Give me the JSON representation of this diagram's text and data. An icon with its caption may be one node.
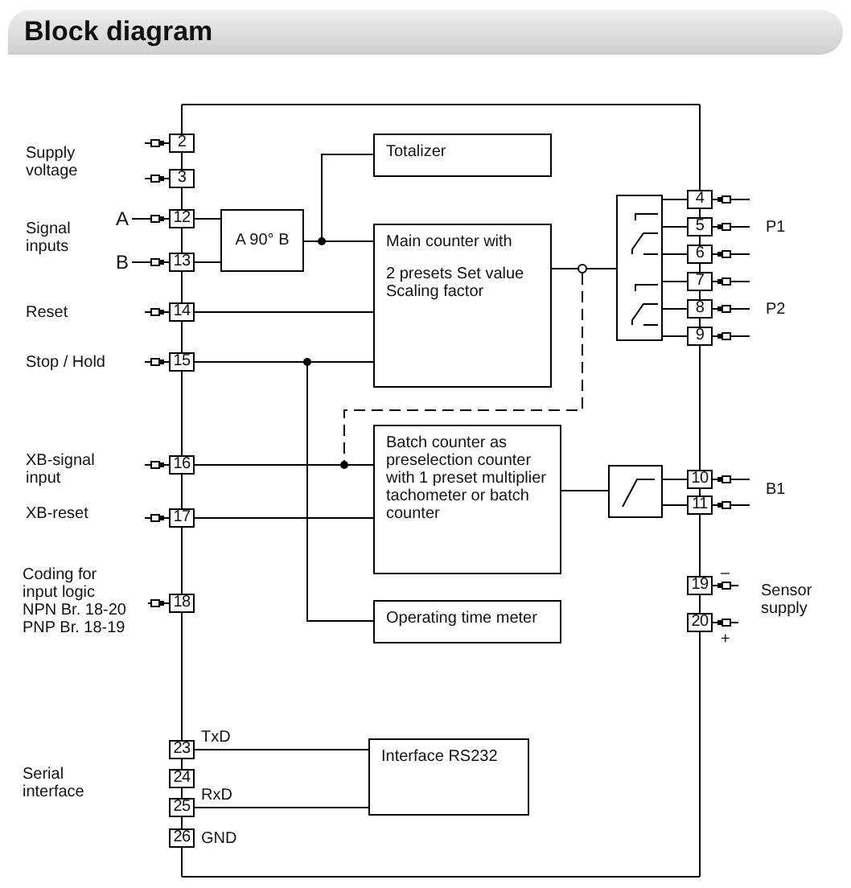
{
  "diagram": {
    "title": "Block diagram",
    "nodes": [
      {
        "text": [
          "2"
        ]
      },
      {
        "text": [
          "3"
        ]
      },
      {
        "text": [
          "A"
        ]
      },
      {
        "text": [
          "12"
        ]
      },
      {
        "text": [
          "B"
        ]
      },
      {
        "text": [
          "13"
        ]
      },
      {
        "text": [
          "14"
        ]
      },
      {
        "text": [
          "15"
        ]
      },
      {
        "text": [
          "16"
        ]
      },
      {
        "text": [
          "17"
        ]
      },
      {
        "text": [
          "18"
        ]
      },
      {
        "text": [
          "23"
        ]
      },
      {
        "text": [
          "24"
        ]
      },
      {
        "text": [
          "25"
        ]
      },
      {
        "text": [
          "26"
        ],
        "beside": [
          "GND"
        ]
      },
      {
        "text": [
          "A 90° B"
        ]
      },
      {
        "text": [
          "Totalizer"
        ]
      },
      {
        "text": [
          "Main counter with",
          "2 presets Set value Scaling factor"
        ]
      },
      {
        "text": [
          "Batch counter as preselection counter with 1 preset multiplier tachometer or batch counter"
        ]
      },
      {
        "text": [
          "Operating time meter"
        ]
      },
      {
        "text": [
          "Interface RS232"
        ]
      },
      {
        "text": [],
        "shape": "box"
      },
      {
        "text": [],
        "shape": "box"
      },
      {
        "text": [
          "4"
        ]
      },
      {
        "text": [
          "5"
        ]
      },
      {
        "text": [
          "6"
        ]
      },
      {
        "text": [
          "7"
        ]
      },
      {
        "text": [
          "8"
        ]
      },
      {
        "text": [
          "9"
        ]
      },
      {
        "text": [
          "10"
        ]
      },
      {
        "text": [
          "11"
        ]
      },
      {
        "text": [
          "19"
        ]
      },
      {
        "text": [
          "20"
        ]
      }
    ],
    "edges": [
      {
        "from": null,
        "to": 0,
        "arrow": "other"
      },
      {
        "from": null,
        "to": 1,
        "arrow": "other"
      },
      {
        "from": 2,
        "to": 3,
        "arrow": "other"
      },
      {
        "from": 4,
        "to": 5,
        "arrow": "other"
      },
      {
        "from": null,
        "to": 6,
        "arrow": "other"
      },
      {
        "from": null,
        "to": 7,
        "arrow": "other"
      },
      {
        "from": null,
        "to": 8,
        "arrow": "other"
      },
      {
        "from": null,
        "to": 9,
        "arrow": "other"
      },
      {
        "from": null,
        "to": 10,
        "arrow": "other"
      },
      {
        "from": 3,
        "to": 15,
        "arrow": "none"
      },
      {
        "from": 5,
        "to": 15,
        "arrow": "none"
      },
      {
        "from": 15,
        "to": 17,
        "arrow": "none"
      },
      {
        "from": 15,
        "to": 16,
        "arrow": "none"
      },
      {
        "from": 6,
        "to": 17,
        "arrow": "none"
      },
      {
        "from": 7,
        "to": 17,
        "arrow": "none"
      },
      {
        "from": 7,
        "to": 19,
        "arrow": "none"
      },
      {
        "from": 17,
        "to": 21,
        "arrow": "none"
      },
      {
        "from": 17,
        "to": 18,
        "arrow": "none",
        "style": "dashed"
      },
      {
        "from": 8,
        "to": 18,
        "arrow": "none"
      },
      {
        "from": 9,
        "to": 18,
        "arrow": "none"
      },
      {
        "from": 18,
        "to": 22,
        "arrow": "none"
      },
      {
        "from": 21,
        "to": 23,
        "arrow": "none"
      },
      {
        "from": 21,
        "to": 24,
        "arrow": "none"
      },
      {
        "from": 21,
        "to": 25,
        "arrow": "none"
      },
      {
        "from": 21,
        "to": 26,
        "arrow": "none"
      },
      {
        "from": 21,
        "to": 27,
        "arrow": "none"
      },
      {
        "from": 21,
        "to": 28,
        "arrow": "none"
      },
      {
        "from": 22,
        "to": 29,
        "arrow": "none"
      },
      {
        "from": 22,
        "to": 30,
        "arrow": "none"
      },
      {
        "from": 11,
        "to": 20,
        "arrow": "none",
        "label": "TxD"
      },
      {
        "from": 13,
        "to": 20,
        "arrow": "none",
        "label": "RxD"
      },
      {
        "from": 23,
        "to": null,
        "arrow": "other"
      },
      {
        "from": 24,
        "to": null,
        "arrow": "other"
      },
      {
        "from": 25,
        "to": null,
        "arrow": "other"
      },
      {
        "from": 26,
        "to": null,
        "arrow": "other"
      },
      {
        "from": 27,
        "to": null,
        "arrow": "other"
      },
      {
        "from": 28,
        "to": null,
        "arrow": "other"
      },
      {
        "from": 29,
        "to": null,
        "arrow": "other"
      },
      {
        "from": 30,
        "to": null,
        "arrow": "other"
      },
      {
        "from": 31,
        "to": null,
        "arrow": "other"
      },
      {
        "from": 32,
        "to": null,
        "arrow": "other"
      }
    ],
    "labels": [
      "Supply voltage",
      "Signal inputs",
      "Reset",
      "Stop / Hold",
      "XB-signal input",
      "XB-reset",
      "Coding for input logic NPN Br. 18-20 PNP Br. 18-19",
      "Serial interface",
      "P1",
      "P2",
      "B1",
      "–",
      "Sensor supply",
      "+"
    ]
  }
}
